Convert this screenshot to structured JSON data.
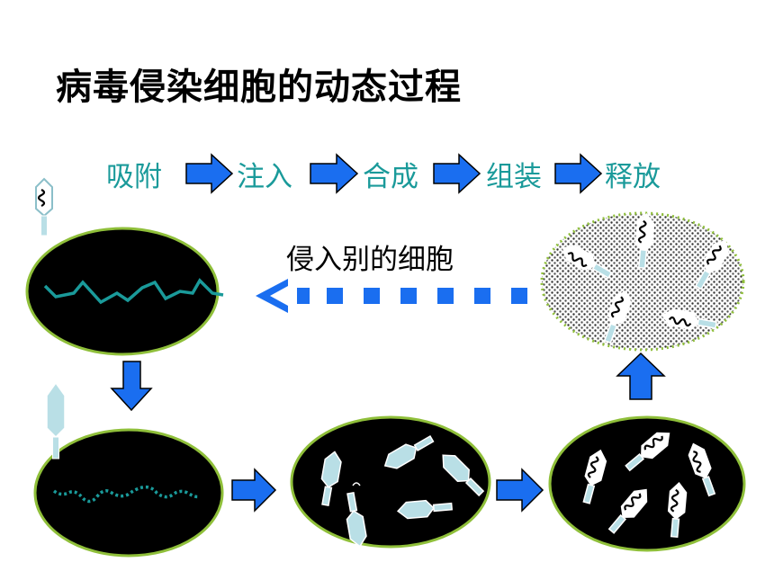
{
  "title": "病毒侵染细胞的动态过程",
  "steps": [
    "吸附",
    "注入",
    "合成",
    "组装",
    "释放"
  ],
  "infect_label": "侵入别的细胞",
  "colors": {
    "cell_fill": "#000000",
    "cell_border": "#8fbf3a",
    "arrow_blue": "#1a6ef0",
    "dna_teal": "#1a9a9a",
    "phage_head": "#b9dfe6",
    "step_text": "#1a9a9a"
  }
}
